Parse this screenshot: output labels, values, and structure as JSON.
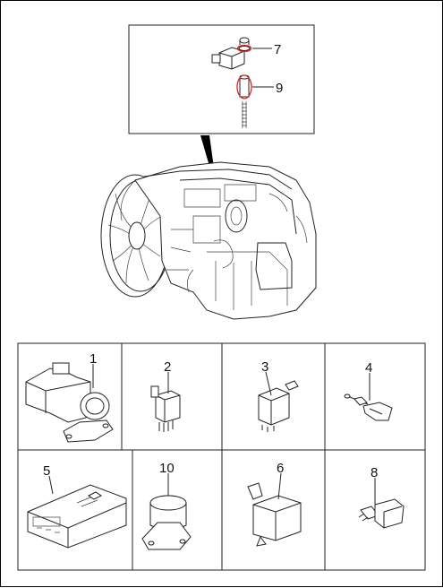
{
  "inset": {
    "labels": [
      "7",
      "9"
    ]
  },
  "parts": [
    "1",
    "2",
    "3",
    "4",
    "5",
    "10",
    "6",
    "8"
  ],
  "colors": {
    "highlight": "#e02020",
    "line": "#222222",
    "background": "#ffffff"
  }
}
